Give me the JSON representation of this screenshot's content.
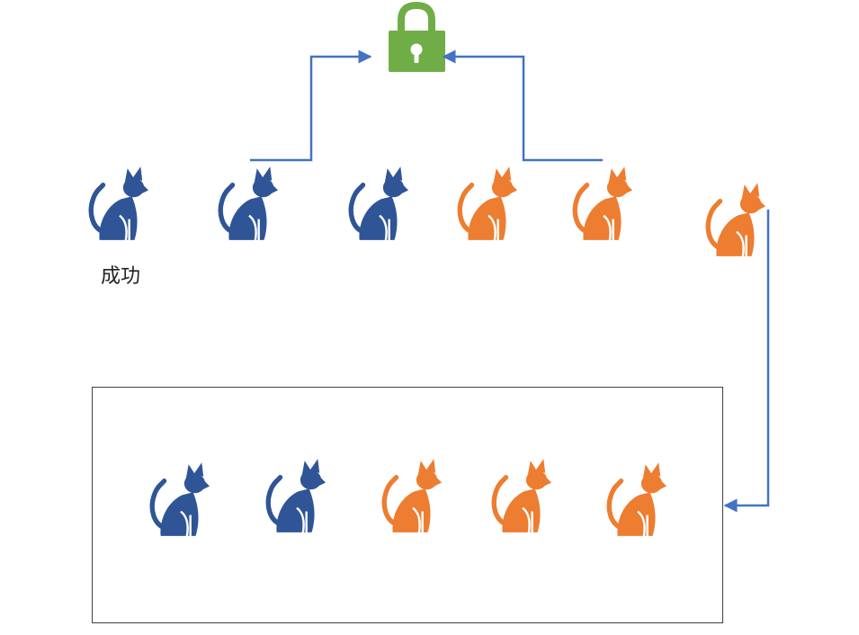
{
  "colors": {
    "blue_cat": "#2f5597",
    "orange_cat": "#ed7d31",
    "lock": "#70ad47",
    "connector": "#4472c4",
    "box_border": "#404040"
  },
  "top_row": [
    {
      "name": "cat-1",
      "color": "blue",
      "icon": "cat-icon"
    },
    {
      "name": "cat-2",
      "color": "blue",
      "icon": "cat-icon"
    },
    {
      "name": "cat-3",
      "color": "blue",
      "icon": "cat-icon"
    },
    {
      "name": "cat-4",
      "color": "orange",
      "icon": "cat-icon"
    },
    {
      "name": "cat-5",
      "color": "orange",
      "icon": "cat-icon"
    },
    {
      "name": "cat-6",
      "color": "orange",
      "icon": "cat-icon"
    }
  ],
  "bottom_row": [
    {
      "name": "box-cat-1",
      "color": "blue",
      "icon": "cat-icon"
    },
    {
      "name": "box-cat-2",
      "color": "blue",
      "icon": "cat-icon"
    },
    {
      "name": "box-cat-3",
      "color": "orange",
      "icon": "cat-icon"
    },
    {
      "name": "box-cat-4",
      "color": "orange",
      "icon": "cat-icon"
    },
    {
      "name": "box-cat-5",
      "color": "orange",
      "icon": "cat-icon"
    }
  ],
  "lock_icon": "padlock-icon",
  "caption": "成功"
}
